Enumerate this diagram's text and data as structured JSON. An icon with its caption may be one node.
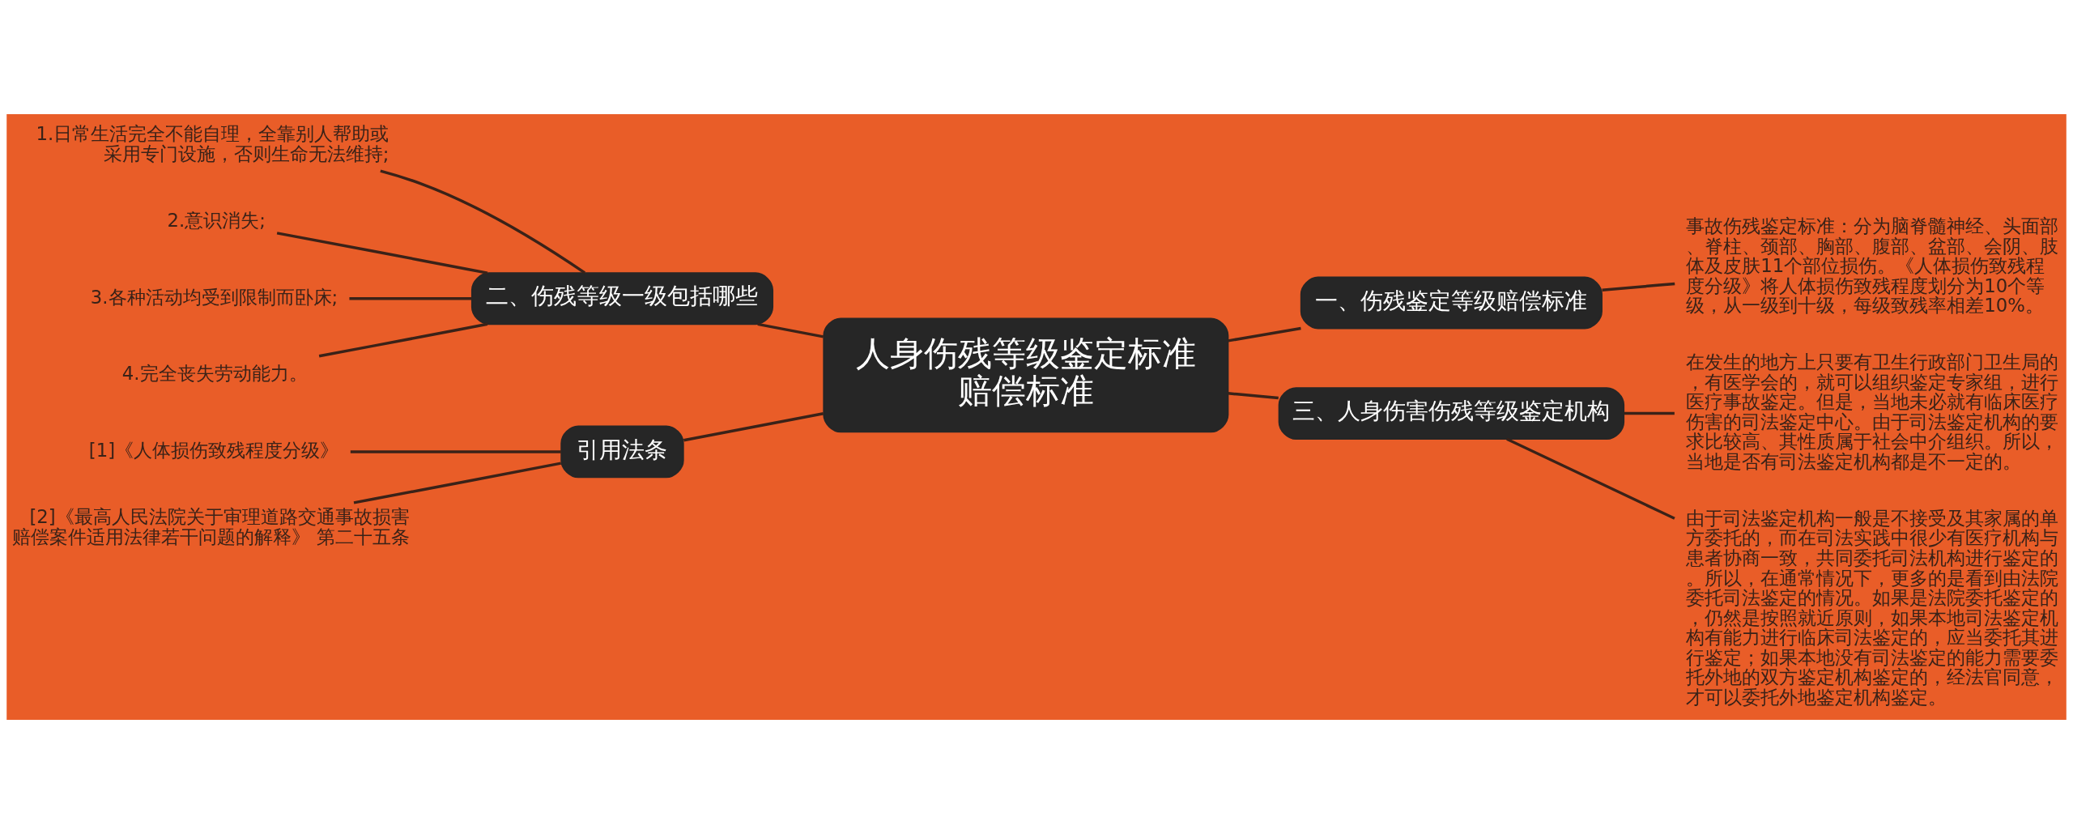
{
  "diagram": {
    "nodes": [
      {
        "text": [
          "人身伤残等级鉴定标准赔偿标准"
        ]
      },
      {
        "text": [
          "一、伤残鉴定等级赔偿标准"
        ]
      },
      {
        "text": [
          "事故伤残鉴定标准：分为脑脊髓神经、头面部、脊柱、颈部、胸部、腹部、盆部、会阴、肢体及皮肤11个部位损伤。《人体损伤致残程度分级》将人体损伤致残程度划分为10个等级，从一级到十级，每级致残率相差10%。"
        ]
      },
      {
        "text": [
          "三、人身伤害伤残等级鉴定机构"
        ]
      },
      {
        "text": [
          "在发生的地方上只要有卫生行政部门卫生局的，有医学会的，就可以组织鉴定专家组，进行医疗事故鉴定。但是，当地未必就有临床医疗伤害的司法鉴定中心。由于司法鉴定机构的要求比较高、其性质属于社会中介组织。所以，当地是否有司法鉴定机构都是不一定的。"
        ]
      },
      {
        "text": [
          "由于司法鉴定机构一般是不接受及其家属的单方委托的，而在司法实践中很少有医疗机构与患者协商一致，共同委托司法机构进行鉴定的。所以，在通常情况下，更多的是看到由法院委托司法鉴定的情况。如果是法院委托鉴定的，仍然是按照就近原则，如果本地司法鉴定机构有能力进行临床司法鉴定的，应当委托其进行鉴定；如果本地没有司法鉴定的能力需要委托外地的双方鉴定机构鉴定的，经法官同意，才可以委托外地鉴定机构鉴定。"
        ]
      },
      {
        "text": [
          "二、伤残等级一级包括哪些"
        ]
      },
      {
        "text": [
          "1.日常生活完全不能自理，全靠别人帮助或采用专门设施，否则生命无法维持;"
        ]
      },
      {
        "text": [
          "2.意识消失;"
        ]
      },
      {
        "text": [
          "3.各种活动均受到限制而卧床;"
        ]
      },
      {
        "text": [
          "4.完全丧失劳动能力。"
        ]
      },
      {
        "text": [
          "引用法条"
        ]
      },
      {
        "text": [
          "[1]《人体损伤致残程度分级》"
        ]
      },
      {
        "text": [
          "[2]《最高人民法院关于审理道路交通事故损害赔偿案件适用法律若干问题的解释》 第二十五条"
        ]
      }
    ],
    "edges": [
      {
        "from": 0,
        "to": 1,
        "arrow": "none"
      },
      {
        "from": 1,
        "to": 2,
        "arrow": "none"
      },
      {
        "from": 0,
        "to": 3,
        "arrow": "none"
      },
      {
        "from": 3,
        "to": 4,
        "arrow": "none"
      },
      {
        "from": 3,
        "to": 5,
        "arrow": "none"
      },
      {
        "from": 0,
        "to": 6,
        "arrow": "none"
      },
      {
        "from": 6,
        "to": 7,
        "arrow": "none"
      },
      {
        "from": 6,
        "to": 8,
        "arrow": "none"
      },
      {
        "from": 6,
        "to": 9,
        "arrow": "none"
      },
      {
        "from": 6,
        "to": 10,
        "arrow": "none"
      },
      {
        "from": 0,
        "to": 11,
        "arrow": "none"
      },
      {
        "from": 11,
        "to": 12,
        "arrow": "none"
      },
      {
        "from": 11,
        "to": 13,
        "arrow": "none"
      }
    ]
  }
}
